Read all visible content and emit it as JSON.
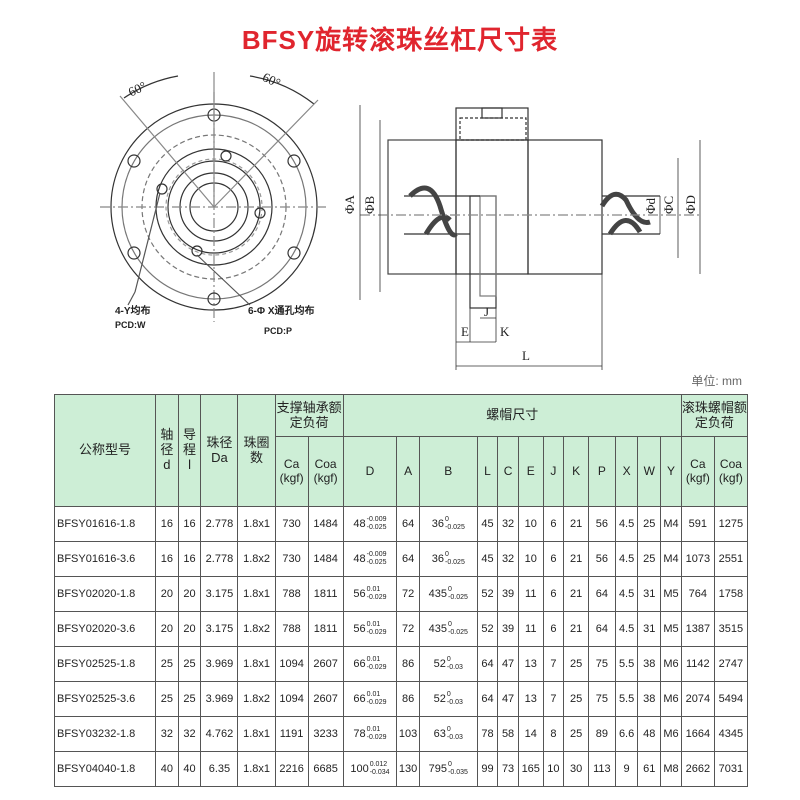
{
  "page": {
    "title": "BFSY旋转滚珠丝杠尺寸表",
    "unit_label": "单位: mm"
  },
  "drawing_labels": {
    "angle_left": "60°",
    "angle_right": "60°",
    "holes_y": "4-Y均布",
    "pcd_w": "PCD:W",
    "holes_x": "6-Φ X通孔均布",
    "pcd_p": "PCD:P",
    "dim_a": "ΦA",
    "dim_b": "ΦB",
    "dim_d_small": "Φd",
    "dim_c": "ΦC",
    "dim_d_big": "ΦD",
    "dim_j": "J",
    "dim_e": "E",
    "dim_k": "K",
    "dim_l": "L"
  },
  "table": {
    "header_model": "公称型号",
    "header_shaft": "轴径",
    "header_shaft_sym": "d",
    "header_lead": "导程",
    "header_lead_sym": "l",
    "header_ball": "珠径",
    "header_ball_sym": "Da",
    "header_turns": "珠圈数",
    "header_bearing": "支撑轴承额定负荷",
    "header_nut": "螺帽尺寸",
    "header_ballnut": "滚珠螺帽额定负荷",
    "col_ca": "Ca",
    "col_coa": "Coa",
    "col_kgf": "(kgf)",
    "nut_cols": [
      "D",
      "A",
      "B",
      "L",
      "C",
      "E",
      "J",
      "K",
      "P",
      "X",
      "W",
      "Y"
    ],
    "rows": [
      {
        "model": "BFSY01616-1.8",
        "d": "16",
        "l": "16",
        "da": "2.778",
        "turns": "1.8x1",
        "bca": "730",
        "bcoa": "1484",
        "D": "48",
        "D_up": "-0.009",
        "D_lo": "-0.025",
        "A": "64",
        "B": "36",
        "B_up": "0",
        "B_lo": "-0.025",
        "L": "45",
        "C": "32",
        "E": "10",
        "J": "6",
        "K": "21",
        "P": "56",
        "X": "4.5",
        "W": "25",
        "Y": "M4",
        "nca": "591",
        "ncoa": "1275"
      },
      {
        "model": "BFSY01616-3.6",
        "d": "16",
        "l": "16",
        "da": "2.778",
        "turns": "1.8x2",
        "bca": "730",
        "bcoa": "1484",
        "D": "48",
        "D_up": "-0.009",
        "D_lo": "-0.025",
        "A": "64",
        "B": "36",
        "B_up": "0",
        "B_lo": "-0.025",
        "L": "45",
        "C": "32",
        "E": "10",
        "J": "6",
        "K": "21",
        "P": "56",
        "X": "4.5",
        "W": "25",
        "Y": "M4",
        "nca": "1073",
        "ncoa": "2551"
      },
      {
        "model": "BFSY02020-1.8",
        "d": "20",
        "l": "20",
        "da": "3.175",
        "turns": "1.8x1",
        "bca": "788",
        "bcoa": "1811",
        "D": "56",
        "D_up": "0.01",
        "D_lo": "-0.029",
        "A": "72",
        "B": "435",
        "B_up": "0",
        "B_lo": "-0.025",
        "L": "52",
        "C": "39",
        "E": "11",
        "J": "6",
        "K": "21",
        "P": "64",
        "X": "4.5",
        "W": "31",
        "Y": "M5",
        "nca": "764",
        "ncoa": "1758"
      },
      {
        "model": "BFSY02020-3.6",
        "d": "20",
        "l": "20",
        "da": "3.175",
        "turns": "1.8x2",
        "bca": "788",
        "bcoa": "1811",
        "D": "56",
        "D_up": "0.01",
        "D_lo": "-0.029",
        "A": "72",
        "B": "435",
        "B_up": "0",
        "B_lo": "-0.025",
        "L": "52",
        "C": "39",
        "E": "11",
        "J": "6",
        "K": "21",
        "P": "64",
        "X": "4.5",
        "W": "31",
        "Y": "M5",
        "nca": "1387",
        "ncoa": "3515"
      },
      {
        "model": "BFSY02525-1.8",
        "d": "25",
        "l": "25",
        "da": "3.969",
        "turns": "1.8x1",
        "bca": "1094",
        "bcoa": "2607",
        "D": "66",
        "D_up": "0.01",
        "D_lo": "-0.029",
        "A": "86",
        "B": "52",
        "B_up": "0",
        "B_lo": "-0.03",
        "L": "64",
        "C": "47",
        "E": "13",
        "J": "7",
        "K": "25",
        "P": "75",
        "X": "5.5",
        "W": "38",
        "Y": "M6",
        "nca": "1142",
        "ncoa": "2747"
      },
      {
        "model": "BFSY02525-3.6",
        "d": "25",
        "l": "25",
        "da": "3.969",
        "turns": "1.8x2",
        "bca": "1094",
        "bcoa": "2607",
        "D": "66",
        "D_up": "0.01",
        "D_lo": "-0.029",
        "A": "86",
        "B": "52",
        "B_up": "0",
        "B_lo": "-0.03",
        "L": "64",
        "C": "47",
        "E": "13",
        "J": "7",
        "K": "25",
        "P": "75",
        "X": "5.5",
        "W": "38",
        "Y": "M6",
        "nca": "2074",
        "ncoa": "5494"
      },
      {
        "model": "BFSY03232-1.8",
        "d": "32",
        "l": "32",
        "da": "4.762",
        "turns": "1.8x1",
        "bca": "1191",
        "bcoa": "3233",
        "D": "78",
        "D_up": "0.01",
        "D_lo": "-0.029",
        "A": "103",
        "B": "63",
        "B_up": "0",
        "B_lo": "-0.03",
        "L": "78",
        "C": "58",
        "E": "14",
        "J": "8",
        "K": "25",
        "P": "89",
        "X": "6.6",
        "W": "48",
        "Y": "M6",
        "nca": "1664",
        "ncoa": "4345"
      },
      {
        "model": "BFSY04040-1.8",
        "d": "40",
        "l": "40",
        "da": "6.35",
        "turns": "1.8x1",
        "bca": "2216",
        "bcoa": "6685",
        "D": "100",
        "D_up": "0.012",
        "D_lo": "-0.034",
        "A": "130",
        "B": "795",
        "B_up": "0",
        "B_lo": "-0.035",
        "L": "99",
        "C": "73",
        "E": "165",
        "J": "10",
        "K": "30",
        "P": "113",
        "X": "9",
        "W": "61",
        "Y": "M8",
        "nca": "2662",
        "ncoa": "7031"
      }
    ]
  },
  "colors": {
    "title_red": "#e0252e",
    "header_green": "#cdeed6",
    "line_gray": "#555555"
  }
}
